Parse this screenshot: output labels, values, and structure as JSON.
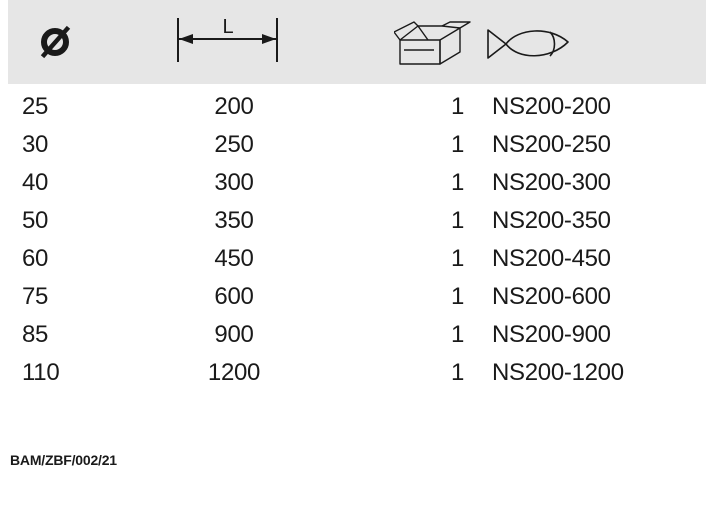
{
  "header": {
    "icons": [
      {
        "name": "diameter-icon"
      },
      {
        "name": "length-icon",
        "label": "L"
      },
      {
        "name": "box-icon"
      },
      {
        "name": "fish-icon"
      }
    ]
  },
  "table": {
    "rows": [
      {
        "diameter": "25",
        "length": "200",
        "qty": "1",
        "code": "NS200-200"
      },
      {
        "diameter": "30",
        "length": "250",
        "qty": "1",
        "code": "NS200-250"
      },
      {
        "diameter": "40",
        "length": "300",
        "qty": "1",
        "code": "NS200-300"
      },
      {
        "diameter": "50",
        "length": "350",
        "qty": "1",
        "code": "NS200-350"
      },
      {
        "diameter": "60",
        "length": "450",
        "qty": "1",
        "code": "NS200-450"
      },
      {
        "diameter": "75",
        "length": "600",
        "qty": "1",
        "code": "NS200-600"
      },
      {
        "diameter": "85",
        "length": "900",
        "qty": "1",
        "code": "NS200-900"
      },
      {
        "diameter": "110",
        "length": "1200",
        "qty": "1",
        "code": "NS200-1200"
      }
    ]
  },
  "footer": {
    "reference": "BAM/ZBF/002/21"
  },
  "colors": {
    "header_band": "#e6e6e6",
    "text": "#1a1a1a",
    "background": "#ffffff"
  }
}
